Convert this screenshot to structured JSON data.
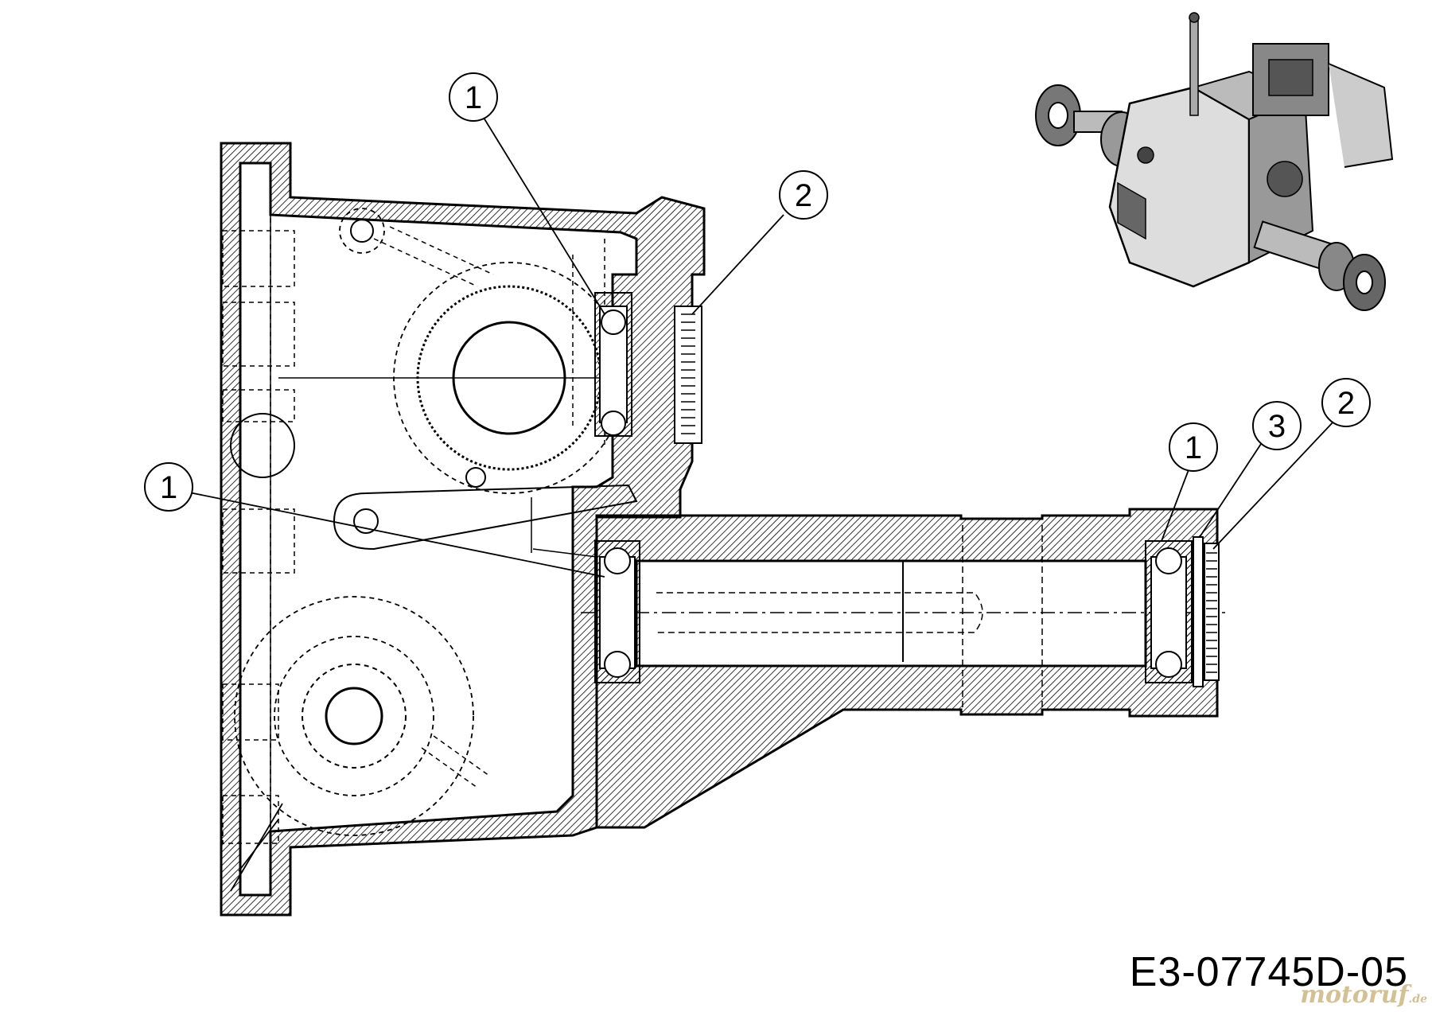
{
  "diagram": {
    "drawing_code": "E3-07745D-05",
    "watermark": {
      "name": "motoruf",
      "tld": ".de"
    },
    "callouts": [
      {
        "id": "c1",
        "label": "1"
      },
      {
        "id": "c2",
        "label": "2"
      },
      {
        "id": "c3",
        "label": "1"
      },
      {
        "id": "c4",
        "label": "1"
      },
      {
        "id": "c5",
        "label": "3"
      },
      {
        "id": "c6",
        "label": "2"
      }
    ]
  }
}
